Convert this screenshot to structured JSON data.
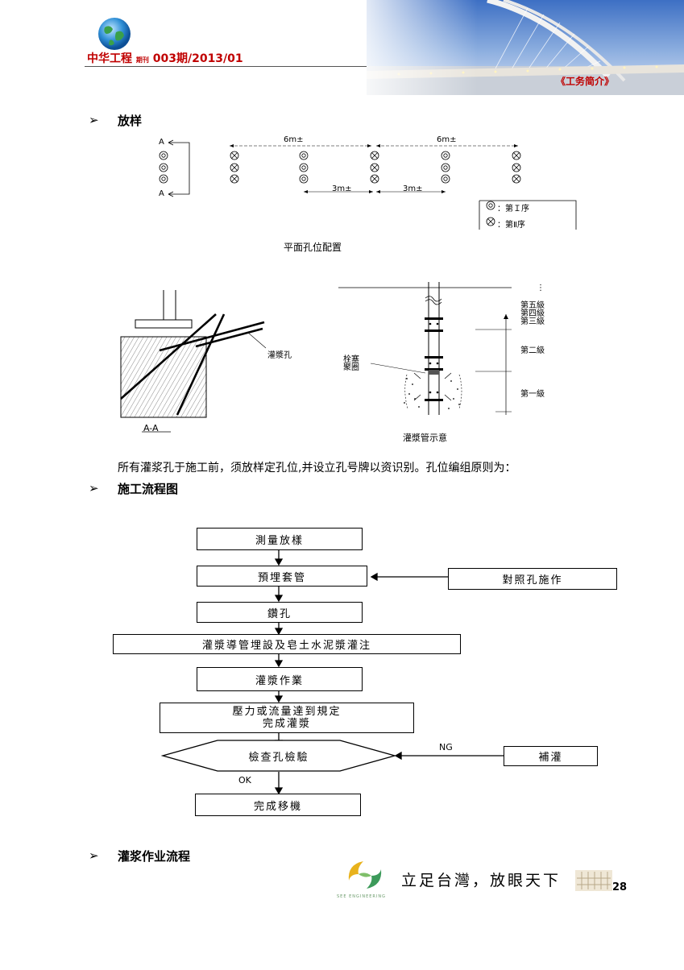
{
  "header": {
    "journal_name": "中华工程",
    "issue_label": "期刊",
    "issue": "003期/2013/01",
    "section": "《工务简介》"
  },
  "sections": {
    "layout_title": "放样",
    "workflow_title": "施工流程图",
    "grouting_title": "灌浆作业流程"
  },
  "plan_figure": {
    "label_a_top": "A",
    "label_a_bottom": "A",
    "dim_6m_left": "6m±",
    "dim_6m_right": "6m±",
    "dim_3m_left": "3m±",
    "dim_3m_right": "3m±",
    "legend_first": "：第Ｉ序",
    "legend_second": "：第Ⅱ序",
    "caption": "平面孔位配置"
  },
  "section_figure": {
    "hole_label": "灌漿孔",
    "caption": "A-A"
  },
  "pipe_figure": {
    "dots": "⋮",
    "level_5": "第五級",
    "level_4": "第四級",
    "level_3": "第三級",
    "level_2": "第二級",
    "level_1": "第一級",
    "packer_label_1": "栓塞",
    "packer_label_2": "聚圈",
    "caption": "灌漿管示意"
  },
  "paragraph": "所有灌浆孔于施工前，须放样定孔位,并设立孔号牌以资识别。孔位编组原则为：",
  "flowchart": {
    "step1": "測量放樣",
    "step2": "預埋套管",
    "side_ref": "對照孔施作",
    "step3": "鑽孔",
    "step4": "灌漿導管埋設及皂土水泥漿灌注",
    "step5": "灌漿作業",
    "step6_line1": "壓力或流量達到規定",
    "step6_line2": "完成灌漿",
    "decision": "檢查孔檢驗",
    "ng": "NG",
    "ok": "OK",
    "regrout": "補灌",
    "step7": "完成移機"
  },
  "footer": {
    "slogan": "立足台灣，放眼天下",
    "logo_caption": "SEE ENGINEERING",
    "page_number": "28"
  },
  "colors": {
    "accent_red": "#c00000",
    "sky_top": "#4a78c8",
    "sky_bottom": "#c9d6ee"
  }
}
